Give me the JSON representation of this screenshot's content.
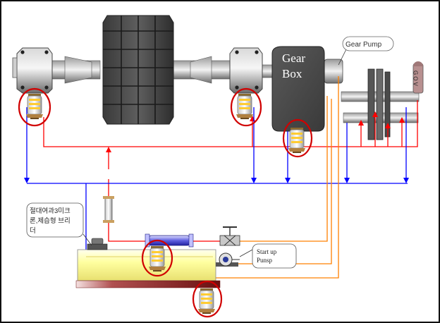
{
  "labels": {
    "gearbox_line1": "Gear",
    "gearbox_line2": "Box",
    "gear_pump": "Gear Pump",
    "gov": "GOV",
    "breather_line1": "절대여과3미크",
    "breather_line2": "론,제습형 브리",
    "breather_line3": "더",
    "startup_line1": "Start up",
    "startup_line2": "Punsp"
  },
  "colors": {
    "supply_line": "#ff0000",
    "return_line": "#0000ff",
    "pump_line": "#ff8000",
    "highlight_circle": "#d00000",
    "tank_fill": "#ffff99",
    "machine_gray": "#707070"
  },
  "icons": {
    "filter": "cylindrical-filter-icon",
    "valve": "gate-valve-icon",
    "pump": "startup-pump-icon",
    "cooler": "oil-cooler-icon",
    "breather": "tank-breather-icon"
  }
}
